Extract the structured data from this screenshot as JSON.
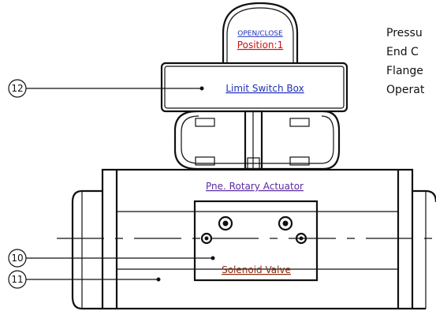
{
  "top_cap": {
    "open_close_label": "OPEN/CLOSE",
    "position_label": "Position:1"
  },
  "components": {
    "limit_switch_box": "Limit Switch Box",
    "actuator": "Pne. Rotary Actuator",
    "solenoid_valve": "Solenoid Valve"
  },
  "callouts": {
    "c12": "12",
    "c10": "10",
    "c11": "11"
  },
  "notes": [
    "Pressu",
    "End C",
    "Flange",
    "Operat"
  ],
  "colors": {
    "line": "#111111",
    "link_blue": "#1f2fb5",
    "red": "#d01010",
    "purple": "#5a2aa0",
    "brown": "#8b2c10"
  }
}
